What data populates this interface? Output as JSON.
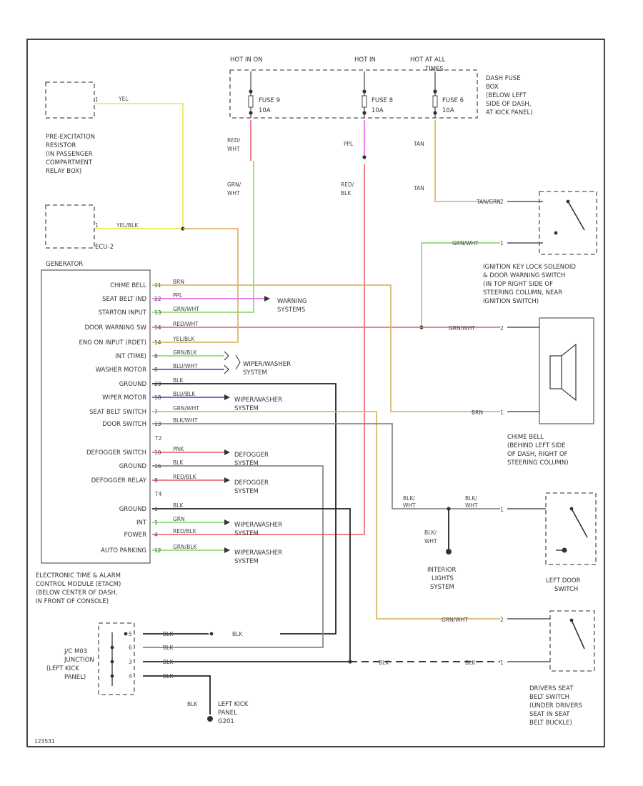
{
  "fuses": {
    "top_labels": [
      "HOT IN ON",
      "HOT IN",
      "HOT AT ALL",
      "TIMES"
    ],
    "fuse_labels": [
      "FUSE 9",
      "10A",
      "FUSE 8",
      "10A",
      "FUSE 6",
      "10A"
    ],
    "fuse_block": [
      "DASH FUSE",
      "BOX",
      "(BELOW LEFT",
      "SIDE OF DASH,",
      "AT KICK PANEL)"
    ]
  },
  "wires_top": {
    "red_wht": [
      "RED/",
      "WHT"
    ],
    "grn_wht": [
      "GRN/",
      "WHT"
    ],
    "ppl": "PPL",
    "red_blk": [
      "RED/",
      "BLK"
    ],
    "tan_a": "TAN",
    "tan_b": "TAN"
  },
  "left_components": {
    "resistor": [
      "PRE-EXCITATION",
      "RESISTOR",
      "(IN PASSENGER",
      "COMPARTMENT",
      "RELAY BOX)"
    ],
    "resistor_wire": "YEL",
    "ecu": "ECU-2",
    "generator": "GENERATOR",
    "generator_wire": "YEL/BLK"
  },
  "module": {
    "pins": [
      "CHIME BELL",
      "SEAT BELT IND",
      "STARTON INPUT",
      "DOOR WARNING SW",
      "ENG ON INPUT (RDET)",
      "INT (TIME)",
      "WASHER MOTOR",
      "GROUND",
      "WIPER MOTOR",
      "SEAT BELT SWITCH",
      "DOOR SWITCH",
      "DEFOGGER SWITCH",
      "GROUND",
      "DEFOGGER RELAY",
      "GROUND",
      "INT",
      "POWER",
      "AUTO PARKING"
    ],
    "connectors": [
      "T2",
      "T4"
    ],
    "wires": [
      "BRN",
      "PPL",
      "GRN/WHT",
      "RED/WHT",
      "YEL/BLK",
      "GRN/BLK",
      "BLU/WHT",
      "BLK",
      "BLU/BLK",
      "GRN/WHT",
      "BLK/WHT",
      "PNK",
      "BLK",
      "RED/BLK",
      "BLK",
      "GRN",
      "RED/BLK",
      "GRN/BLK"
    ],
    "caption": [
      "ELECTRONIC TIME & ALARM",
      "CONTROL MODULE (ETACM)",
      "(BELOW CENTER OF DASH,",
      "IN FRONT OF CONSOLE)"
    ]
  },
  "systems": {
    "warning": [
      "WARNING",
      "SYSTEMS"
    ],
    "wiper": [
      "WIPER/WASHER",
      "SYSTEM"
    ],
    "defogger": [
      "DEFOGGER",
      "SYSTEM"
    ]
  },
  "right_components": {
    "tan_grn": "TAN/GRN",
    "grn_wht_a": "GRN/WHT",
    "ignition_switch": [
      "IGNITION KEY LOCK SOLENOID",
      "& DOOR WARNING SWITCH",
      "(IN TOP RIGHT SIDE OF",
      "STEERING COLUMN, NEAR",
      "IGNITION SWITCH)"
    ],
    "grn_wht_b": "GRN/WHT",
    "brn": "BRN",
    "chime": [
      "CHIME BELL",
      "(BEHIND LEFT SIDE",
      "OF DASH, RIGHT OF",
      "STEERING COLUMN)"
    ],
    "blk_wht_a": [
      "BLK/",
      "WHT"
    ],
    "blk_wht_b": [
      "BLK/",
      "WHT"
    ],
    "blk_wht_c": [
      "BLK/",
      "WHT"
    ],
    "interior": [
      "INTERIOR",
      "LIGHTS",
      "SYSTEM"
    ],
    "left_door": [
      "LEFT DOOR",
      "SWITCH"
    ],
    "grn_wht_c": "GRN/WHT",
    "seatbelt": [
      "DRIVERS SEAT",
      "BELT SWITCH",
      "(UNDER DRIVERS",
      "SEAT IN SEAT",
      "BELT BUCKLE)"
    ],
    "blk_a": "BLK",
    "blk_b": "BLK"
  },
  "junction": {
    "label": [
      "J/C M03",
      "JUNCTION",
      "(LEFT KICK",
      "PANEL)"
    ],
    "wires": [
      "BLK",
      "BLK",
      "BLK",
      "BLK",
      "BLK",
      "BLK"
    ],
    "ground_wire": "BLK",
    "ground": [
      "LEFT KICK",
      "PANEL",
      "G201"
    ]
  },
  "footer": "123531"
}
